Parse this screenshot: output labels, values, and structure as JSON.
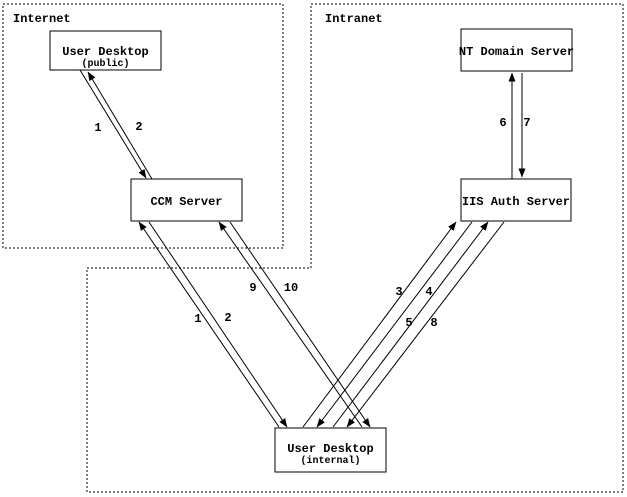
{
  "zones": {
    "internet": {
      "label": "Internet"
    },
    "intranet": {
      "label": "Intranet"
    }
  },
  "nodes": {
    "user_desktop_public": {
      "title": "User Desktop",
      "subtitle": "(public)"
    },
    "ccm_server": {
      "title": "CCM Server"
    },
    "nt_domain_server": {
      "title": "NT Domain Server"
    },
    "iis_auth_server": {
      "title": "IIS Auth Server"
    },
    "user_desktop_internal": {
      "title": "User Desktop",
      "subtitle": "(internal)"
    }
  },
  "flows": {
    "public_1": {
      "label": "1",
      "from": "User Desktop (public)",
      "to": "CCM Server"
    },
    "public_2": {
      "label": "2",
      "from": "CCM Server",
      "to": "User Desktop (public)"
    },
    "internal_1": {
      "label": "1",
      "from": "User Desktop (internal)",
      "to": "CCM Server"
    },
    "internal_2": {
      "label": "2",
      "from": "CCM Server",
      "to": "User Desktop (internal)"
    },
    "internal_9": {
      "label": "9",
      "from": "User Desktop (internal)",
      "to": "CCM Server"
    },
    "internal_10": {
      "label": "10",
      "from": "CCM Server",
      "to": "User Desktop (internal)"
    },
    "internal_3": {
      "label": "3",
      "from": "User Desktop (internal)",
      "to": "IIS Auth Server"
    },
    "internal_4": {
      "label": "4",
      "from": "IIS Auth Server",
      "to": "User Desktop (internal)"
    },
    "internal_5": {
      "label": "5",
      "from": "User Desktop (internal)",
      "to": "IIS Auth Server"
    },
    "internal_8": {
      "label": "8",
      "from": "IIS Auth Server",
      "to": "User Desktop (internal)"
    },
    "intranet_6": {
      "label": "6",
      "from": "IIS Auth Server",
      "to": "NT Domain Server"
    },
    "intranet_7": {
      "label": "7",
      "from": "NT Domain Server",
      "to": "IIS Auth Server"
    }
  },
  "colors": {
    "stroke": "#000000",
    "background": "#ffffff"
  }
}
